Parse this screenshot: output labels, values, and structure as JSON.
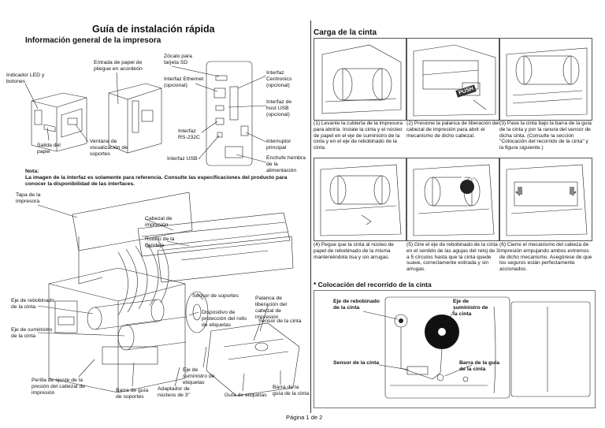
{
  "left": {
    "title": "Guía de instalación rápida",
    "overview_heading": "Información general de la impresora",
    "overview_labels": {
      "led": "Indicador LED y botones",
      "fanfold": "Entrada de papel de pliegue en acordeón",
      "sd": "Zócalo para tarjeta SD",
      "ethernet": "Interfaz Ethernet (opcional)",
      "centronics": "Interfaz Centronics (opcional)",
      "usb_host": "Interfaz de host USB (opcional)",
      "rs232": "Interfaz RS-232C",
      "switch": "Interruptor principal",
      "usb": "Interfaz USB",
      "power": "Enchufe hembra de la alimentación",
      "paper_exit": "Salida del papel",
      "window": "Ventana de visualización de soportes"
    },
    "note_label": "Nota:",
    "note_text": "La imagen de la interfaz es solamente para referencia. Consulte las especificaciones del producto para conocer la disponibilidad de las interfaces.",
    "internal_labels": {
      "cover": "Tapa de la impresora",
      "head": "Cabezal de impresión",
      "platen": "Rodillo de la bandeja",
      "media_sensor": "Sensor de soportes",
      "release_lever": "Palanca de liberación del cabezal de impresión",
      "ribbon_rewind": "Eje de rebobinado de la cinta",
      "media_protect": "Dispositivo de protección del rollo de etiquetas",
      "ribbon_sensor": "Sensor de la cinta",
      "ribbon_supply": "Eje de suministro de la cinta",
      "pressure_knob": "Perilla de ajuste de la presión del cabezal de impresión",
      "media_guide_bar": "Barra de guía de soportes",
      "adapter": "Adaptador de núcleos de 3\"",
      "label_supply": "Eje de suministro de etiquetas",
      "label_guide": "Guía de etiquetas",
      "ribbon_guide_bar": "Barra de la guía de la cinta"
    }
  },
  "right": {
    "heading": "Carga de la cinta",
    "push_label": "PUSH",
    "steps": [
      "(1) Levante la cubierta de la impresora para abrirla. Instale la cinta y el núcleo de papel en el eje de suministro de la cinta y en el eje de rebobinado de la cinta.",
      "(2) Presione la palanca de liberación del cabezal de impresión para abrir el mecanismo de dicho cabezal.",
      "(3) Pase la cinta bajo la barra de la guía de la cinta y por la ranura del sensor de dicha cinta. (Consulte la sección \"Colocación del recorrido de la cinta\" y la figura siguiente.)",
      "(4) Pegue que la cinta al núcleo de papel de rebobinado de la misma manteniéndola lisa y sin arrugas.",
      "(5) Gire el eje de rebobinado de la cinta en el sentido de las agujas del reloj de 3 a 5 círculos hasta que la cinta quede suave, correctamente estirada y sin arrugas.",
      "(6) Cierre el mecanismo del cabeza de impresión empujando ambos extremos de dicho mecanismo. Asegúrese de que los seguros están perfectamente accionados."
    ],
    "path_heading": "* Colocación del recorrido de la cinta",
    "path_labels": {
      "rewind": "Eje de rebobinado de la cinta",
      "supply": "Eje de suministro de la cinta",
      "sensor": "Sensor de la cinta",
      "guide_bar": "Barra de la guía de la cinta"
    }
  },
  "footer": {
    "page": "Página 1 de 2"
  }
}
